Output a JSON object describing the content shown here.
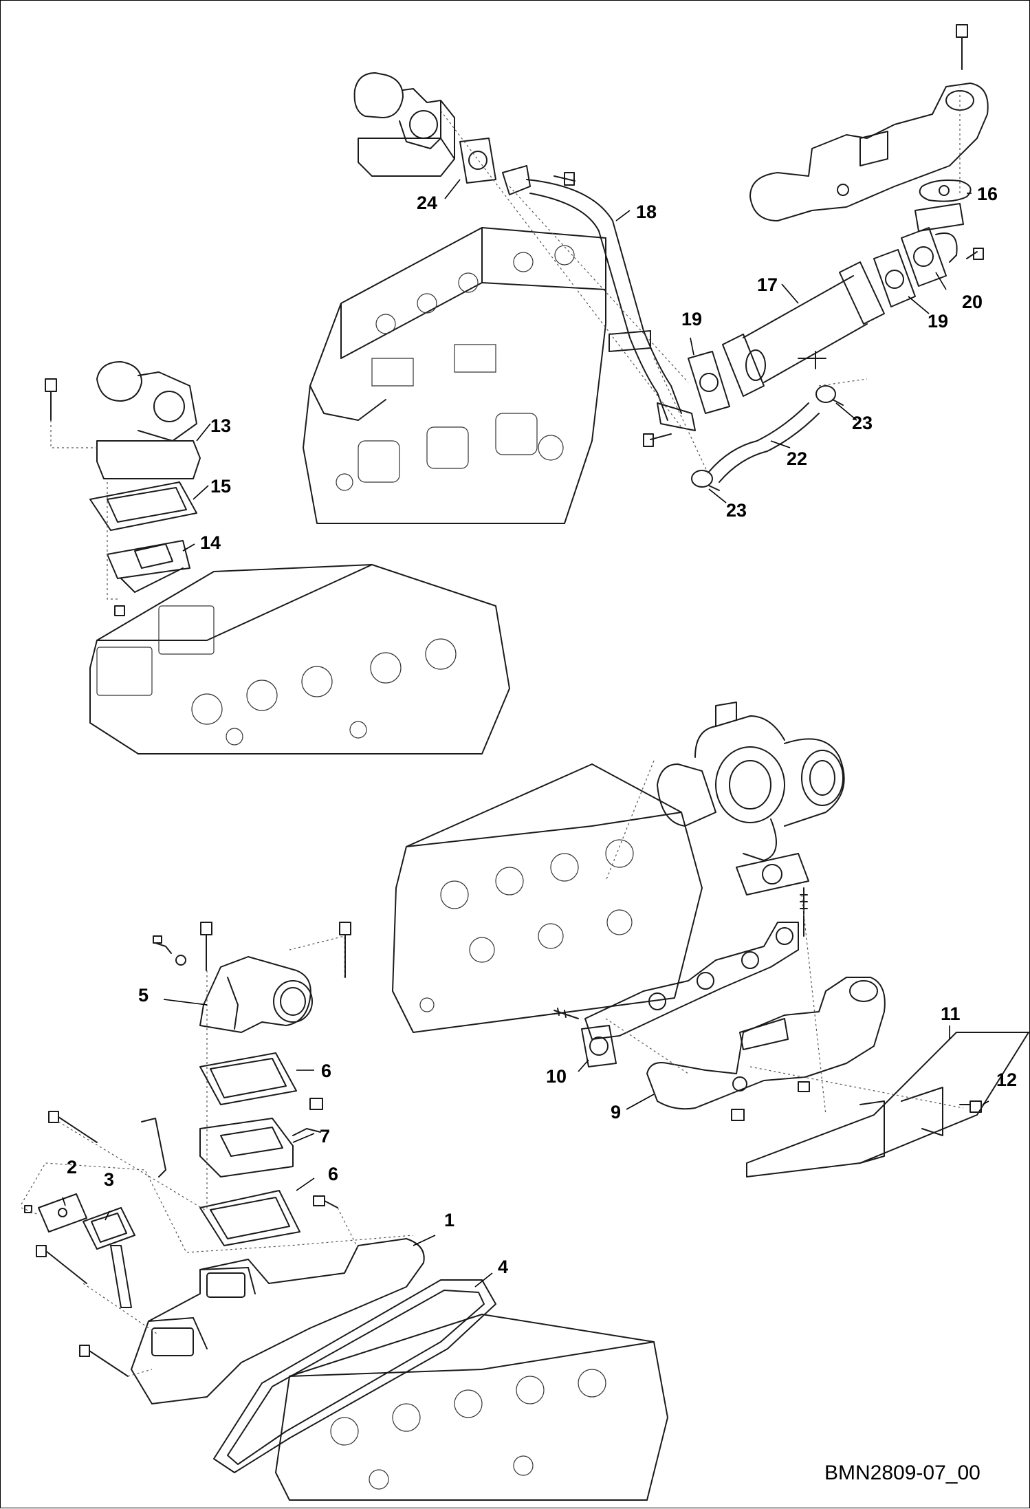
{
  "figure": {
    "reference": "BMN2809-07_00",
    "callouts": [
      "1",
      "2",
      "3",
      "4",
      "5",
      "6",
      "6",
      "7",
      "9",
      "10",
      "11",
      "12",
      "13",
      "14",
      "15",
      "16",
      "17",
      "18",
      "19",
      "19",
      "20",
      "22",
      "23",
      "23",
      "24"
    ]
  },
  "colors": {
    "line": "#1a1a1a",
    "background": "#ffffff"
  }
}
